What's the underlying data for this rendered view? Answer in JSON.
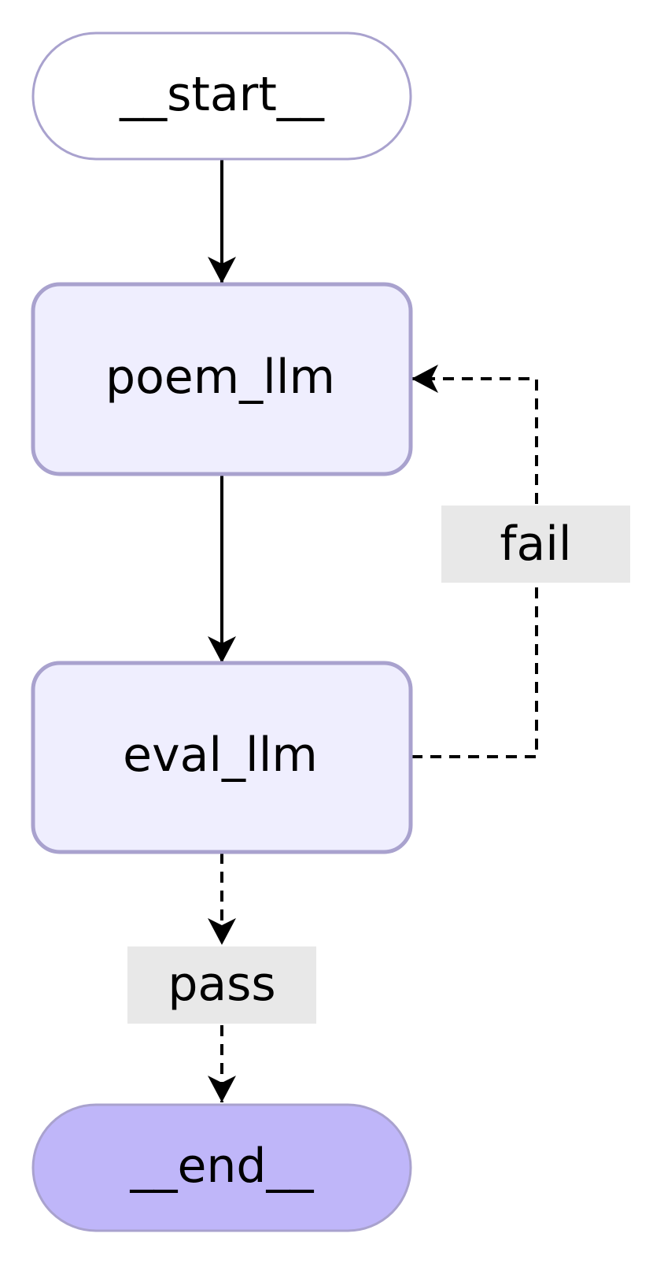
{
  "graph": {
    "nodes": {
      "start": {
        "label": "__start__"
      },
      "poem_llm": {
        "label": "poem_llm"
      },
      "eval_llm": {
        "label": "eval_llm"
      },
      "end": {
        "label": "__end__"
      }
    },
    "edges": {
      "start_to_poem": {
        "from": "__start__",
        "to": "poem_llm",
        "style": "solid"
      },
      "poem_to_eval": {
        "from": "poem_llm",
        "to": "eval_llm",
        "style": "solid"
      },
      "eval_fail_to_poem": {
        "from": "eval_llm",
        "to": "poem_llm",
        "style": "dashed",
        "label": "fail"
      },
      "eval_pass_to_end": {
        "from": "eval_llm",
        "to": "__end__",
        "style": "dashed",
        "label": "pass"
      }
    }
  },
  "colors": {
    "node_fill": "#EFEEFE",
    "node_stroke": "#A9A2CE",
    "start_fill": "#FFFFFF",
    "end_fill": "#BFB6F9",
    "edge_color": "#000000",
    "label_bg": "#E8E8E8"
  }
}
